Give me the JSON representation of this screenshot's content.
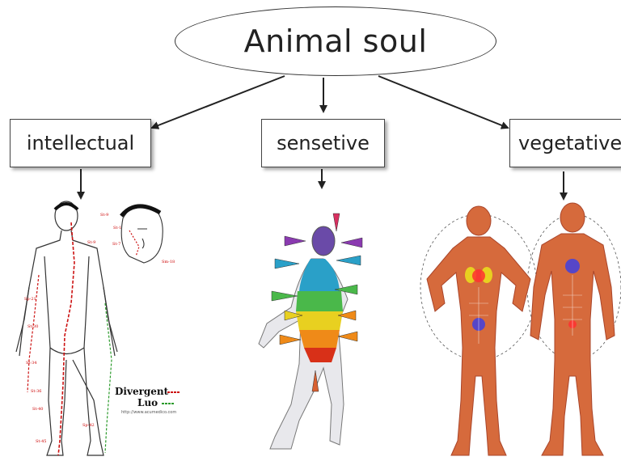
{
  "root": {
    "label": "Animal soul"
  },
  "categories": [
    {
      "id": "intellectual",
      "label": "intellectual"
    },
    {
      "id": "sensetive",
      "label": "sensetive"
    },
    {
      "id": "vegetative",
      "label": "vegetative"
    }
  ],
  "illustrations": {
    "intellectual": {
      "legend_line1": "Divergent",
      "legend_line2": "Luo",
      "url": "http://www.acumedico.com"
    }
  },
  "colors": {
    "line": "#222222",
    "meridian_red": "#cc1111",
    "meridian_green": "#2a9a2a",
    "muscle": "#d66a3c",
    "muscle_dark": "#a9452a"
  }
}
